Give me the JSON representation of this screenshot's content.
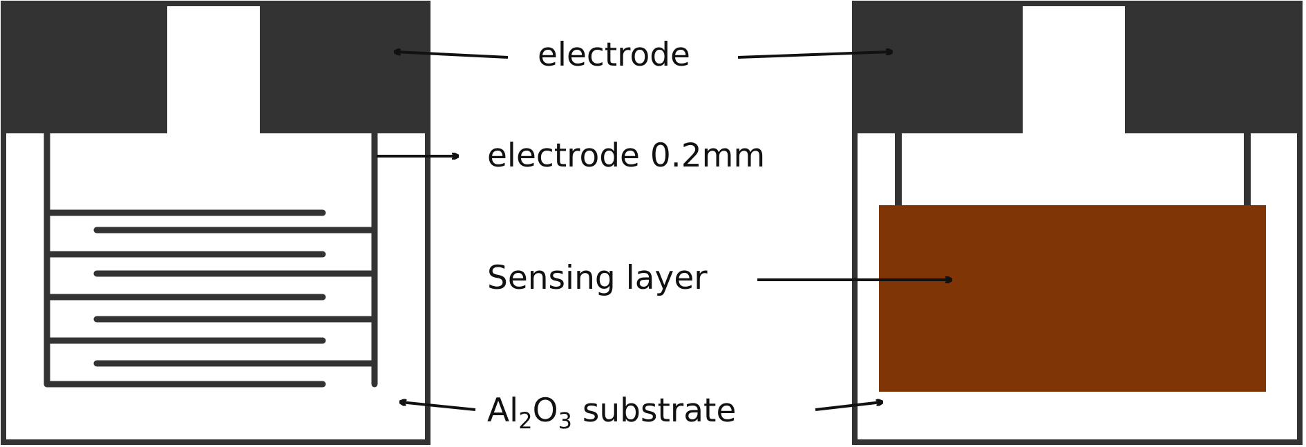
{
  "labels": {
    "electrode": "electrode",
    "electrode_width": "electrode 0.2mm",
    "sensing_layer": "Sensing layer",
    "substrate_part1": "Al",
    "substrate_sub1": "2",
    "substrate_part2": "O",
    "substrate_sub2": "3",
    "substrate_part3": " substrate"
  },
  "colors": {
    "electrode": "#333333",
    "outline": "#333333",
    "sensing_layer": "#7f3505",
    "text": "#111111",
    "background": "#ffffff"
  }
}
